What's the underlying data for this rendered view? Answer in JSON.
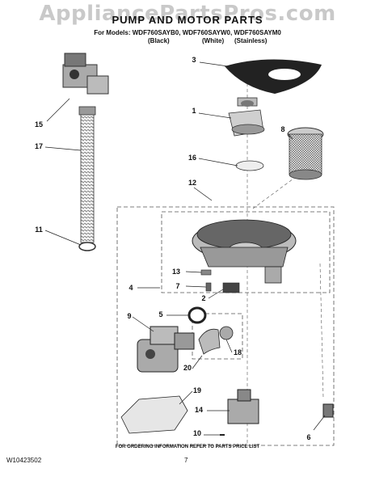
{
  "watermark": "AppliancePartsPros.com",
  "header": {
    "title": "PUMP AND MOTOR PARTS",
    "models_line": "For Models: WDF760SAYB0, WDF760SAYW0, WDF760SAYM0",
    "variant_black": "(Black)",
    "variant_white": "(White)",
    "variant_stainless": "(Stainless)"
  },
  "callouts": [
    "3",
    "1",
    "15",
    "8",
    "16",
    "17",
    "12",
    "11",
    "13",
    "7",
    "4",
    "2",
    "9",
    "5",
    "18",
    "20",
    "19",
    "14",
    "10",
    "6"
  ],
  "footer": {
    "note": "FOR ORDERING INFORMATION REFER TO PARTS PRICE LIST",
    "doc_number": "W10423502",
    "page_number": "7"
  }
}
